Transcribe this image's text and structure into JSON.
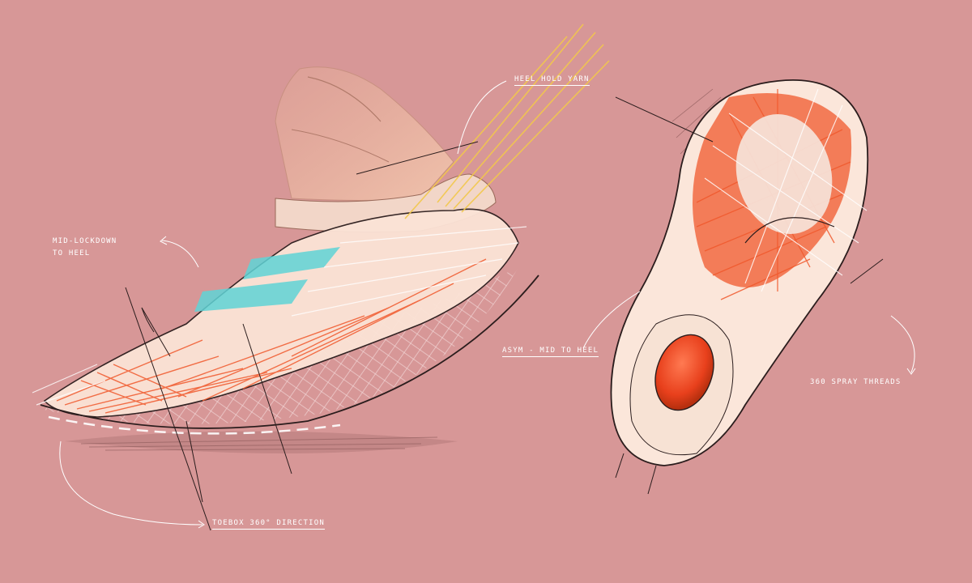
{
  "annotations": {
    "heel_hold": "HEEL HOLD YARN",
    "mid_lockdown_line1": "MID-LOCKDOWN",
    "mid_lockdown_line2": "TO HEEL",
    "asym": "ASYM - MID TO HEEL",
    "threads": "360 SPRAY THREADS",
    "toebox": "TOEBOX 360° DIRECTION"
  },
  "colors": {
    "background": "#d79797",
    "upper_red": "#f0582c",
    "accent_cyan": "#5fd3d6",
    "sock": "#f2d6c8",
    "ink": "#2b1d1d",
    "yellow_thread": "#f2c84b",
    "heel_pod": "#e8401c"
  }
}
